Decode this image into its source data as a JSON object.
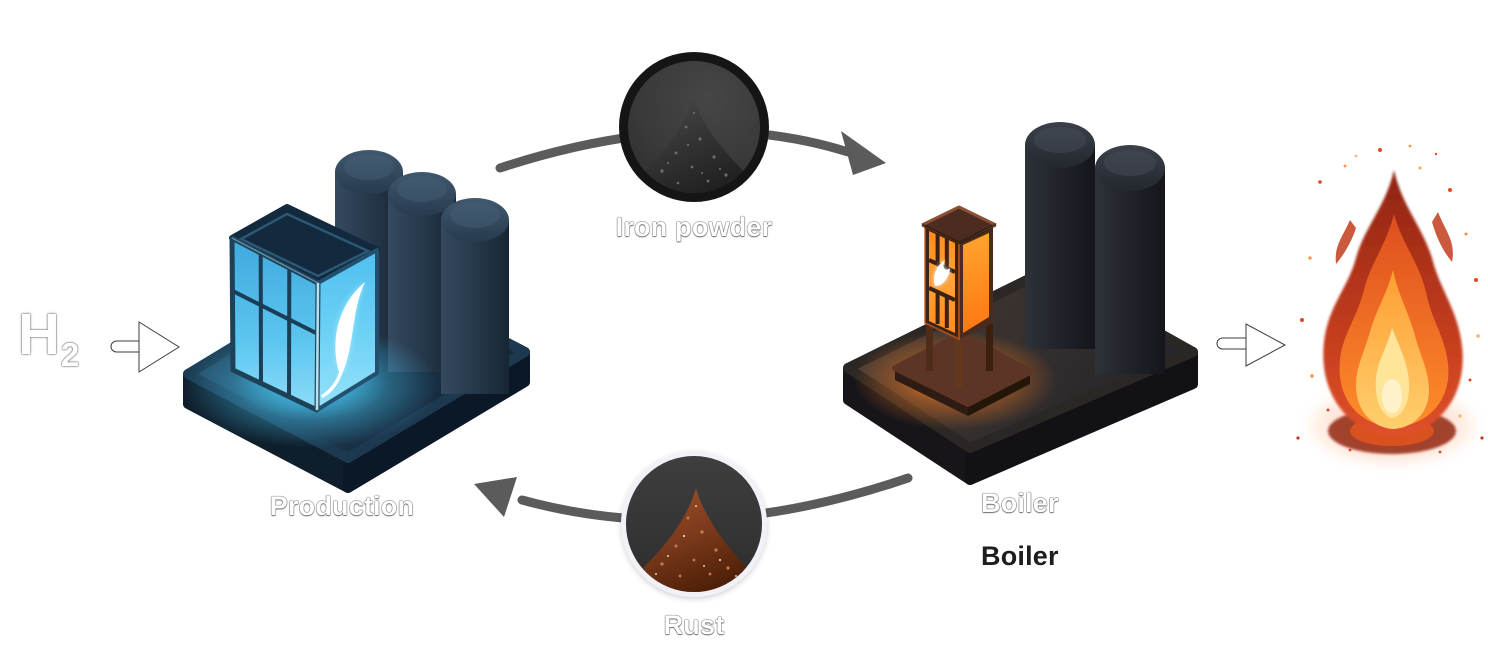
{
  "diagram": {
    "title_context": "hydrogen iron-fuel cycle diagram",
    "input": {
      "symbol": "H",
      "subscript": "2"
    },
    "production": {
      "label": "Production"
    },
    "boiler": {
      "label": "Boiler",
      "label_duplicate": "Boiler"
    },
    "iron_powder": {
      "label": "Iron powder"
    },
    "rust": {
      "label": "Rust"
    },
    "icons": {
      "input_arrow": "right-arrow",
      "output_arrow": "right-arrow",
      "cycle_top": "curved-arrow-right",
      "cycle_bottom": "curved-arrow-left"
    },
    "colors": {
      "background": "#ffffff",
      "cycle_arrow_gray": "#5b5b5b",
      "label_white": "#ffffff",
      "label_dark": "#1d1d20",
      "production_glow_cyan": "#3ec4f4",
      "boiler_glow_orange": "#ff8a1c",
      "iron_ring": "#151515",
      "rust_ring": "#f1f1f7",
      "iron_powder": "#3c3c3c",
      "rust_powder": "#8a4526",
      "fire_orange": "#f26a22"
    }
  }
}
